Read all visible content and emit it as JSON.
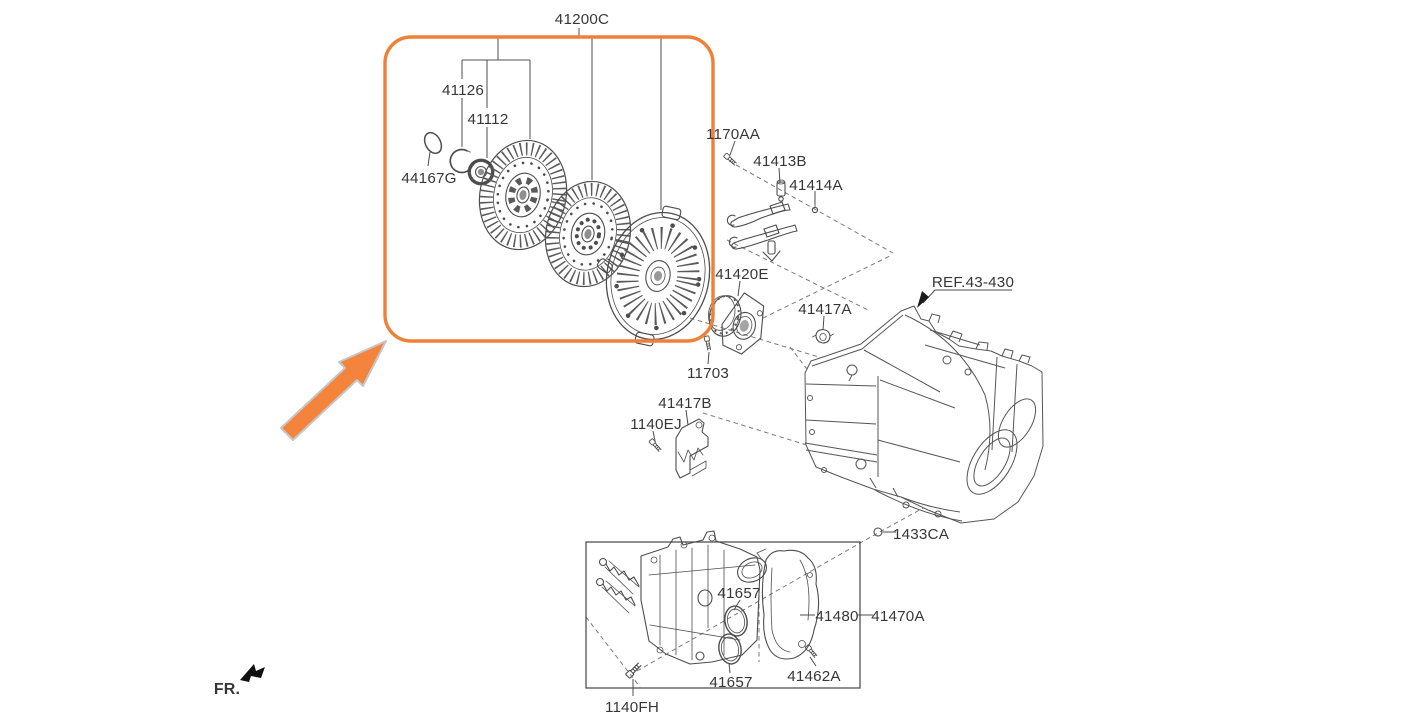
{
  "diagram": {
    "kind": "exploded-parts-diagram",
    "subject": "clutch and transaxle case",
    "highlight_color": "#EF8038",
    "arrow_fill_color": "#F4843C",
    "line_color": "#4d4d4d",
    "text_color": "#373737"
  },
  "icons": {
    "highlight_arrow": "orange-callout-arrow",
    "fr_arrow": "front-direction-arrow",
    "ref_arrowhead": "leader-arrowhead"
  },
  "part_labels": {
    "group_41200C": "41200C",
    "ring_41126": "41126",
    "hub_41112": "41112",
    "snapring_44167G": "44167G",
    "bolt_1170AA": "1170AA",
    "fork_41413B": "41413B",
    "pin_41414A": "41414A",
    "bearing_41420E": "41420E",
    "ref_case": "REF.43-430",
    "plug_41417A": "41417A",
    "bolt_11703": "11703",
    "bracket_41417B": "41417B",
    "bolt_1140EJ": "1140EJ",
    "grommet_1433CA": "1433CA",
    "oring_41657_upper": "41657",
    "cover_41480": "41480",
    "actuator_41470A": "41470A",
    "bolt_41462A": "41462A",
    "oring_41657_lower": "41657",
    "bolt_1140FH": "1140FH",
    "fr_direction": "FR."
  }
}
